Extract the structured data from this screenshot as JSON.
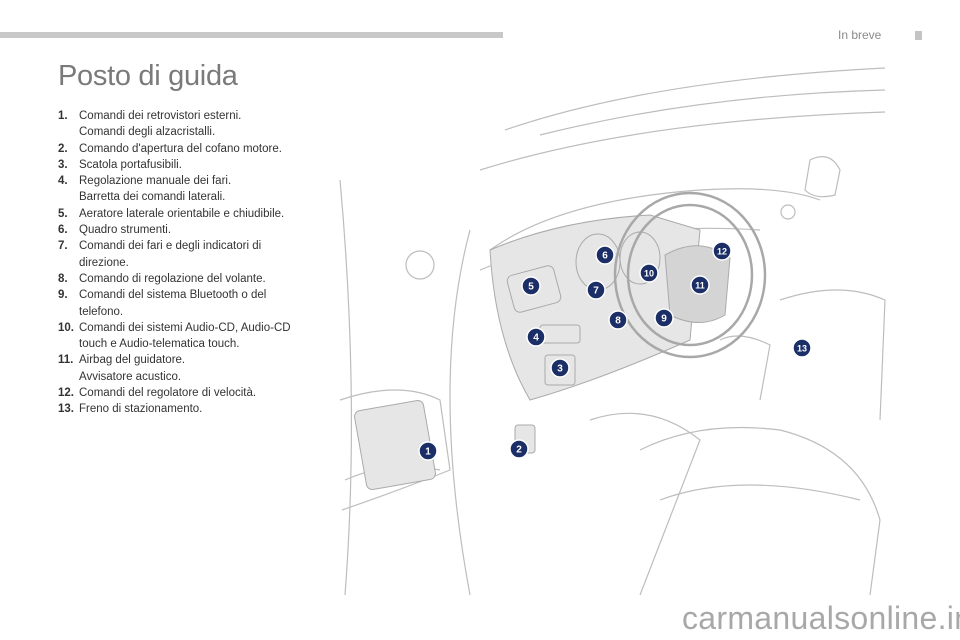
{
  "header": {
    "section": "In breve"
  },
  "title": "Posto di guida",
  "items": [
    {
      "num": "1.",
      "text": "Comandi dei retrovistori esterni.\nComandi degli alzacristalli."
    },
    {
      "num": "2.",
      "text": "Comando d'apertura del cofano motore."
    },
    {
      "num": "3.",
      "text": "Scatola portafusibili."
    },
    {
      "num": "4.",
      "text": "Regolazione manuale dei fari.\nBarretta dei comandi laterali."
    },
    {
      "num": "5.",
      "text": "Aeratore laterale orientabile e chiudibile."
    },
    {
      "num": "6.",
      "text": "Quadro strumenti."
    },
    {
      "num": "7.",
      "text": "Comandi dei fari e degli indicatori di\ndirezione."
    },
    {
      "num": "8.",
      "text": "Comando di regolazione del volante."
    },
    {
      "num": "9.",
      "text": "Comandi del sistema Bluetooth o del\ntelefono."
    },
    {
      "num": "10.",
      "text": "Comandi dei sistemi Audio-CD, Audio-CD\ntouch e Audio-telematica touch."
    },
    {
      "num": "11.",
      "text": "Airbag del guidatore.\nAvvisatore acustico."
    },
    {
      "num": "12.",
      "text": "Comandi del regolatore di velocità."
    },
    {
      "num": "13.",
      "text": "Freno di stazionamento."
    }
  ],
  "badges": [
    "1",
    "2",
    "3",
    "4",
    "5",
    "6",
    "7",
    "8",
    "9",
    "10",
    "11",
    "12",
    "13"
  ],
  "colors": {
    "badge": "#1b2e66",
    "line": "#b9b9b9"
  },
  "watermark": "carmanualsonline.info"
}
